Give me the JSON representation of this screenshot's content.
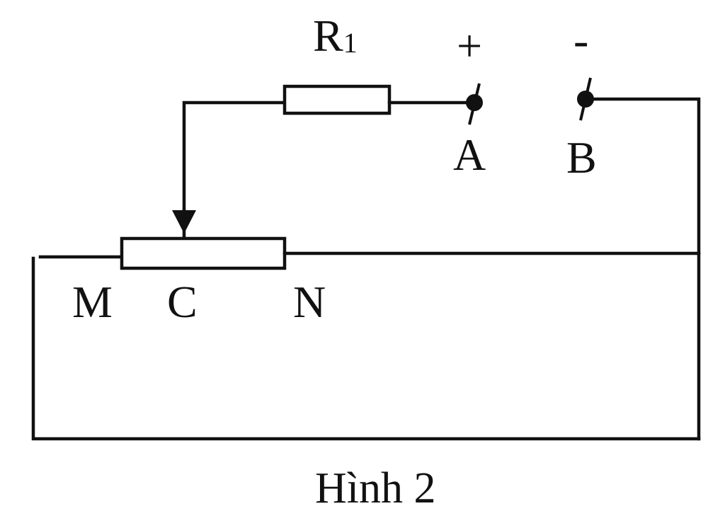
{
  "figure": {
    "caption": "Hình 2",
    "components": {
      "fixed_resistor": {
        "label": "R",
        "subscript": "1"
      },
      "rheostat": {
        "end_left": "M",
        "slider": "C",
        "end_right": "N"
      }
    },
    "terminals": [
      {
        "label": "A",
        "polarity": "+"
      },
      {
        "label": "B",
        "polarity": "-"
      }
    ]
  }
}
